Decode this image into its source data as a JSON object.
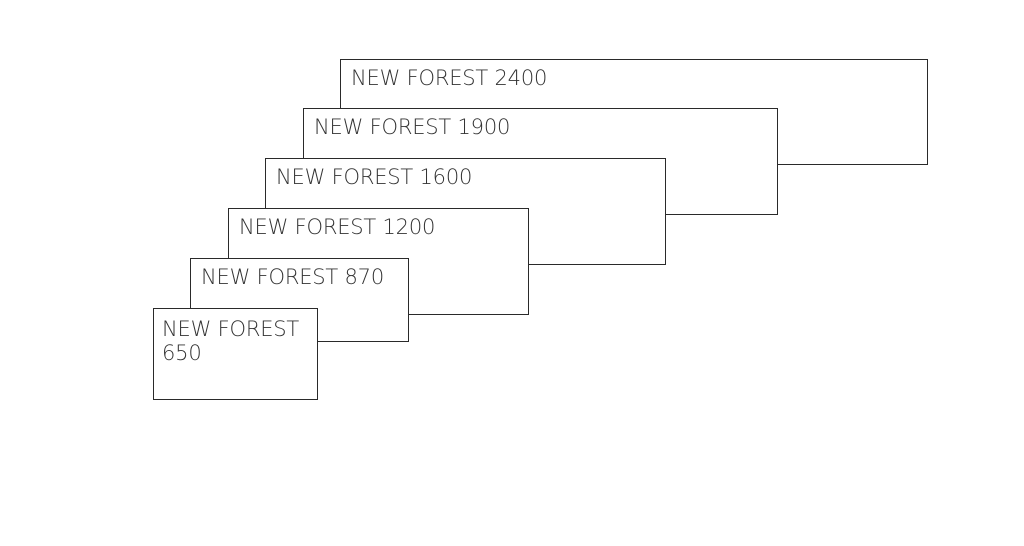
{
  "diagram": {
    "boxes": [
      {
        "id": "2400",
        "label": "NEW FOREST 2400"
      },
      {
        "id": "1900",
        "label": "NEW FOREST 1900"
      },
      {
        "id": "1600",
        "label": "NEW FOREST 1600"
      },
      {
        "id": "1200",
        "label": "NEW FOREST 1200"
      },
      {
        "id": "870",
        "label": "NEW FOREST 870"
      },
      {
        "id": "650",
        "label": "NEW FOREST 650"
      }
    ]
  }
}
